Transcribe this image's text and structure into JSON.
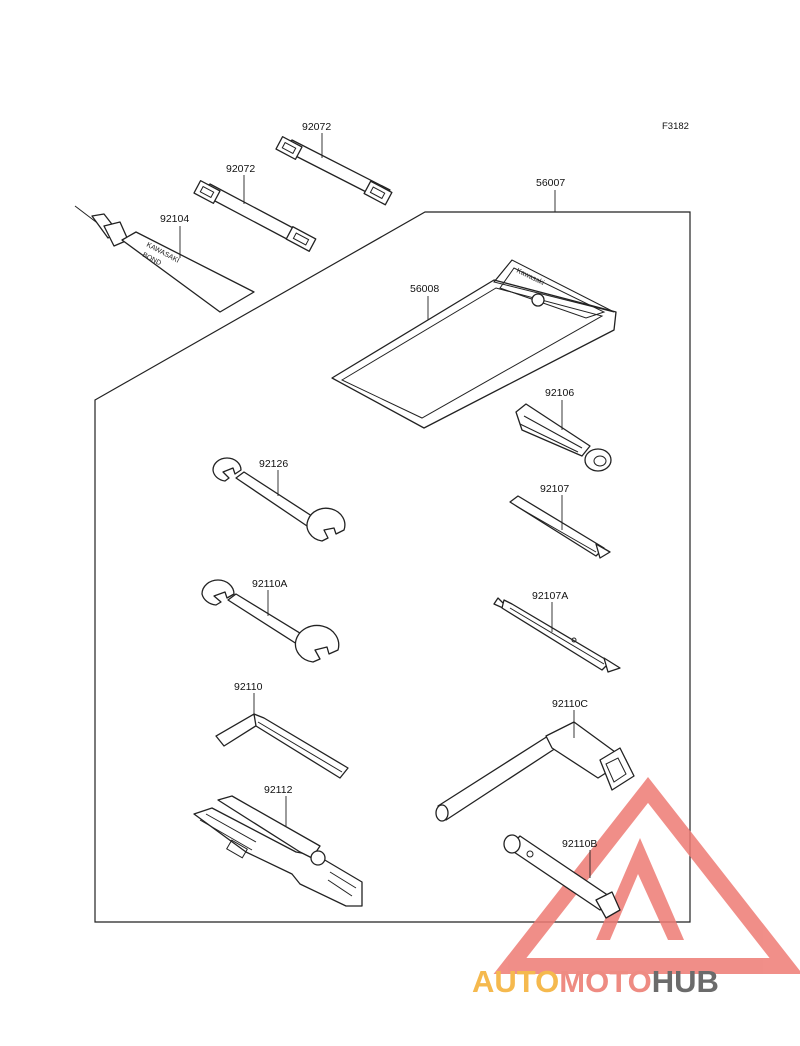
{
  "figure_ref": "F3182",
  "parts": {
    "strap_1": "92072",
    "strap_2": "92072",
    "bond_tube": "92104",
    "kit_bag": "56007",
    "owners_manual": "56008",
    "plug_socket": "92106",
    "screwdriver": "92107",
    "screwdriver_a": "92107A",
    "wrench_92126": "92126",
    "wrench_92110a": "92110A",
    "hex_key": "92110",
    "box_wrench_c": "92110C",
    "pliers": "92112",
    "box_wrench_b": "92110B"
  },
  "bond_tube_print": [
    "KAWASAKI",
    "BOND"
  ],
  "manual_print": "Kawasaki",
  "watermark": {
    "parts": [
      "AUTO",
      "MOTO",
      "HUB"
    ],
    "colors": {
      "auto": "#f5b94e",
      "moto": "#ee8b82",
      "hub": "#6b6b6b",
      "triangle": "#ee7b74"
    }
  }
}
